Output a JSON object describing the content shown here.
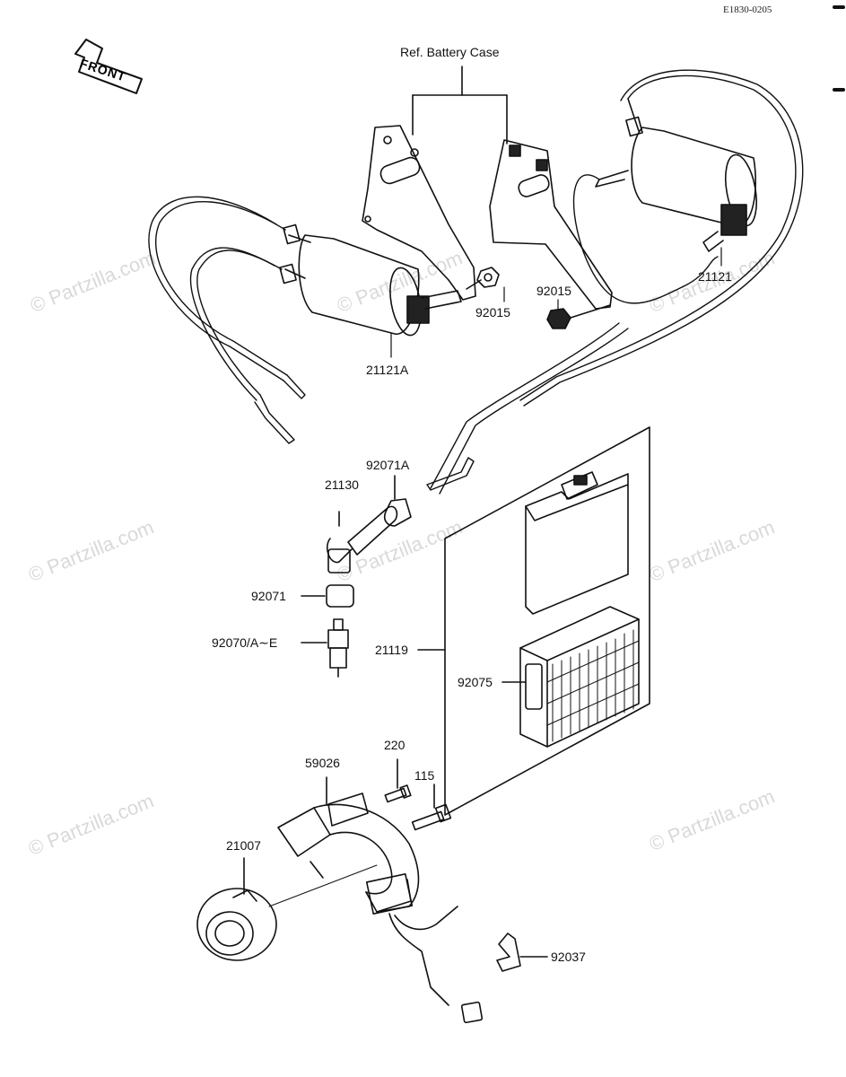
{
  "diagram": {
    "code": "E1830-0205",
    "direction_label": "FRONT",
    "reference_label": "Ref. Battery Case",
    "watermark": "© Partzilla.com",
    "parts": [
      {
        "id": "21121A",
        "label": "21121A"
      },
      {
        "id": "92015-left",
        "label": "92015"
      },
      {
        "id": "92015-right",
        "label": "92015"
      },
      {
        "id": "21121",
        "label": "21121"
      },
      {
        "id": "92071A",
        "label": "92071A"
      },
      {
        "id": "21130",
        "label": "21130"
      },
      {
        "id": "92071",
        "label": "92071"
      },
      {
        "id": "92070",
        "label": "92070/A∼E"
      },
      {
        "id": "21119",
        "label": "21119"
      },
      {
        "id": "92075",
        "label": "92075"
      },
      {
        "id": "220",
        "label": "220"
      },
      {
        "id": "59026",
        "label": "59026"
      },
      {
        "id": "115",
        "label": "115"
      },
      {
        "id": "21007",
        "label": "21007"
      },
      {
        "id": "92037",
        "label": "92037"
      }
    ]
  }
}
